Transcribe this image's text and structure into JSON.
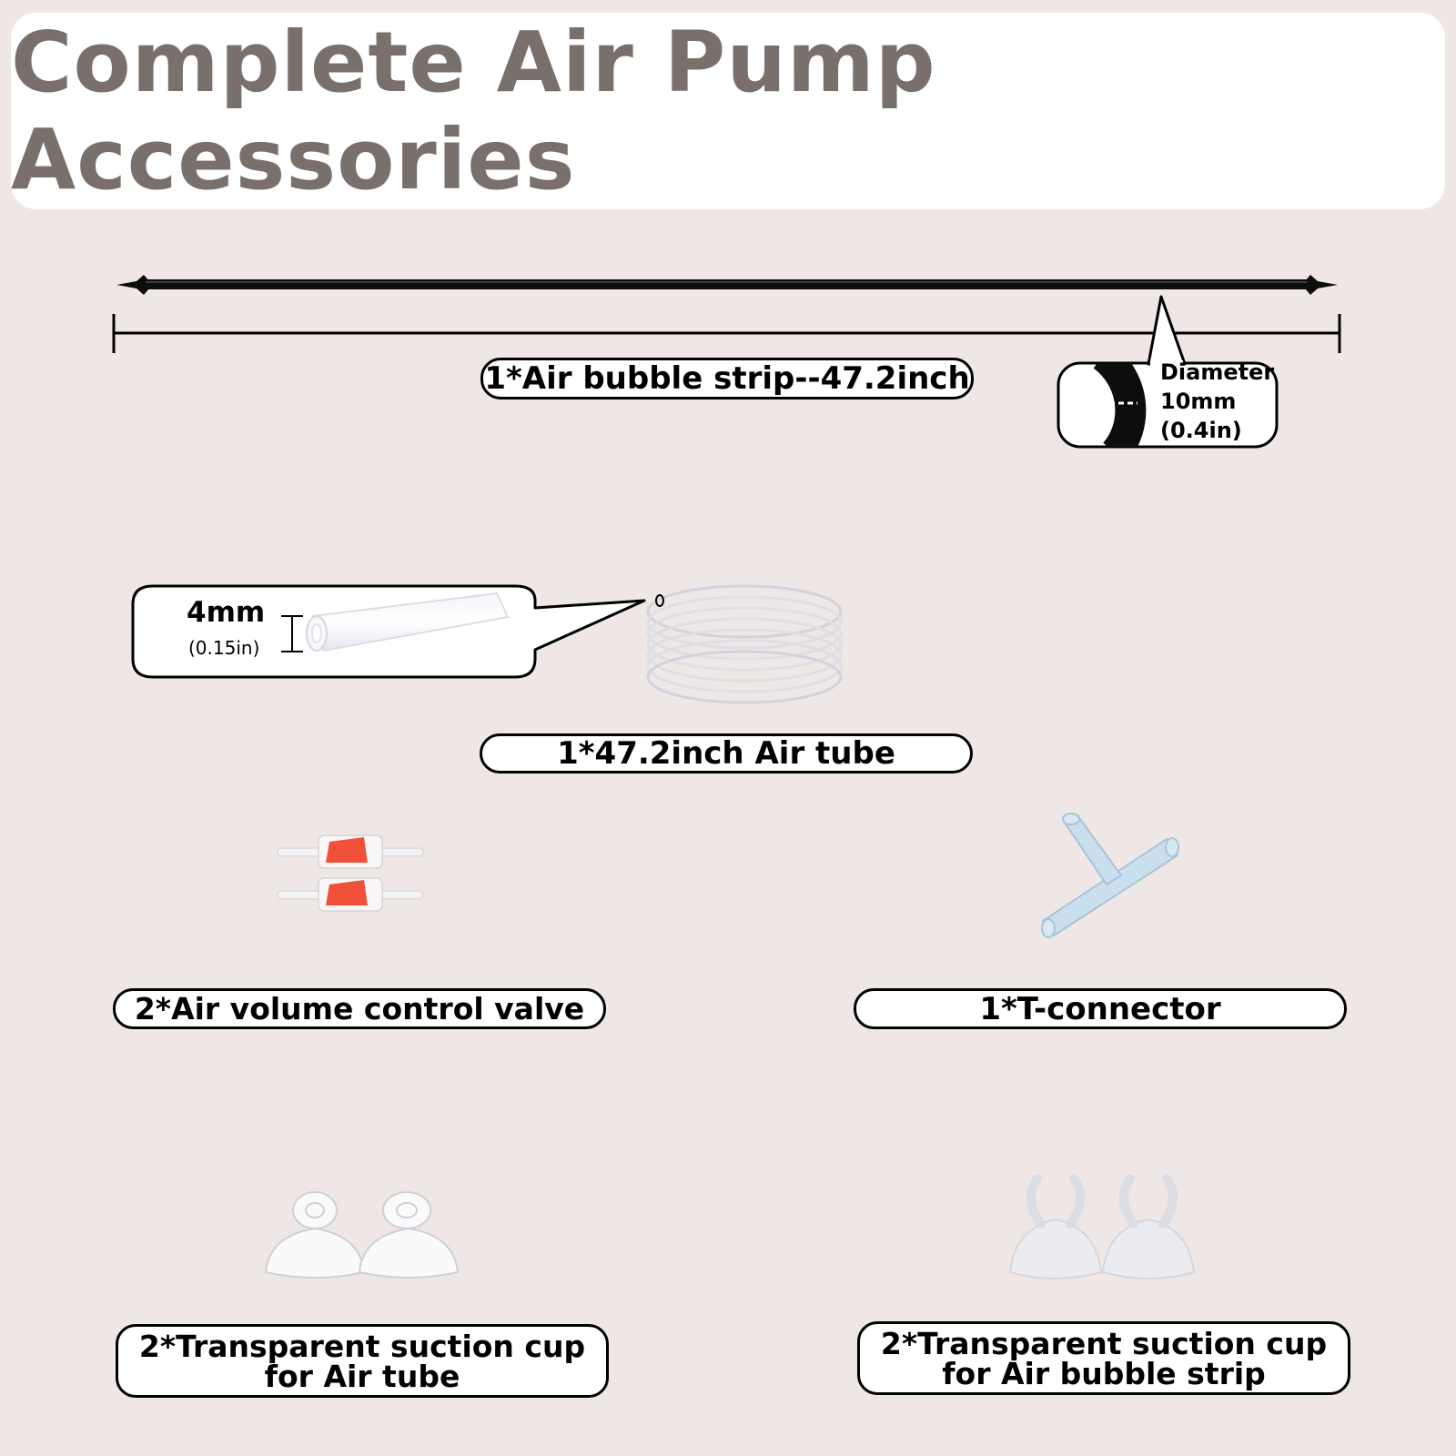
{
  "title": "Complete Air Pump Accessories",
  "items": {
    "bubble_strip": {
      "label": "1*Air bubble strip--47.2inch",
      "diameter_label": "Diameter",
      "diameter_mm": "10mm",
      "diameter_in": "(0.4in)"
    },
    "air_tube": {
      "label": "1*47.2inch Air tube",
      "diameter_mm": "4mm",
      "diameter_in": "(0.15in)"
    },
    "control_valve": {
      "label": "2*Air volume control valve"
    },
    "t_connector": {
      "label": "1*T-connector"
    },
    "suction_cup_tube": {
      "label_line1": "2*Transparent suction cup",
      "label_line2": "for Air tube"
    },
    "suction_cup_strip": {
      "label_line1": "2*Transparent suction cup",
      "label_line2": "for Air bubble strip"
    }
  },
  "colors": {
    "background": "#efe7e5",
    "title_text": "#7a706b",
    "valve_red": "#f0503a",
    "connector_blue": "#c9dfee"
  }
}
